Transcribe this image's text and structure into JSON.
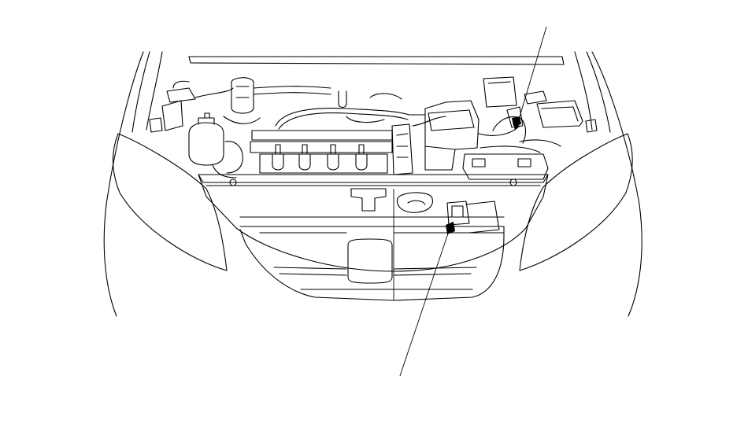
{
  "diagram": {
    "subject": "engine-compartment-line-drawing",
    "stroke_color": "#000000",
    "background_color": "#ffffff",
    "callouts": [
      {
        "target": "upper-right-component"
      },
      {
        "target": "front-center-connector"
      }
    ]
  }
}
